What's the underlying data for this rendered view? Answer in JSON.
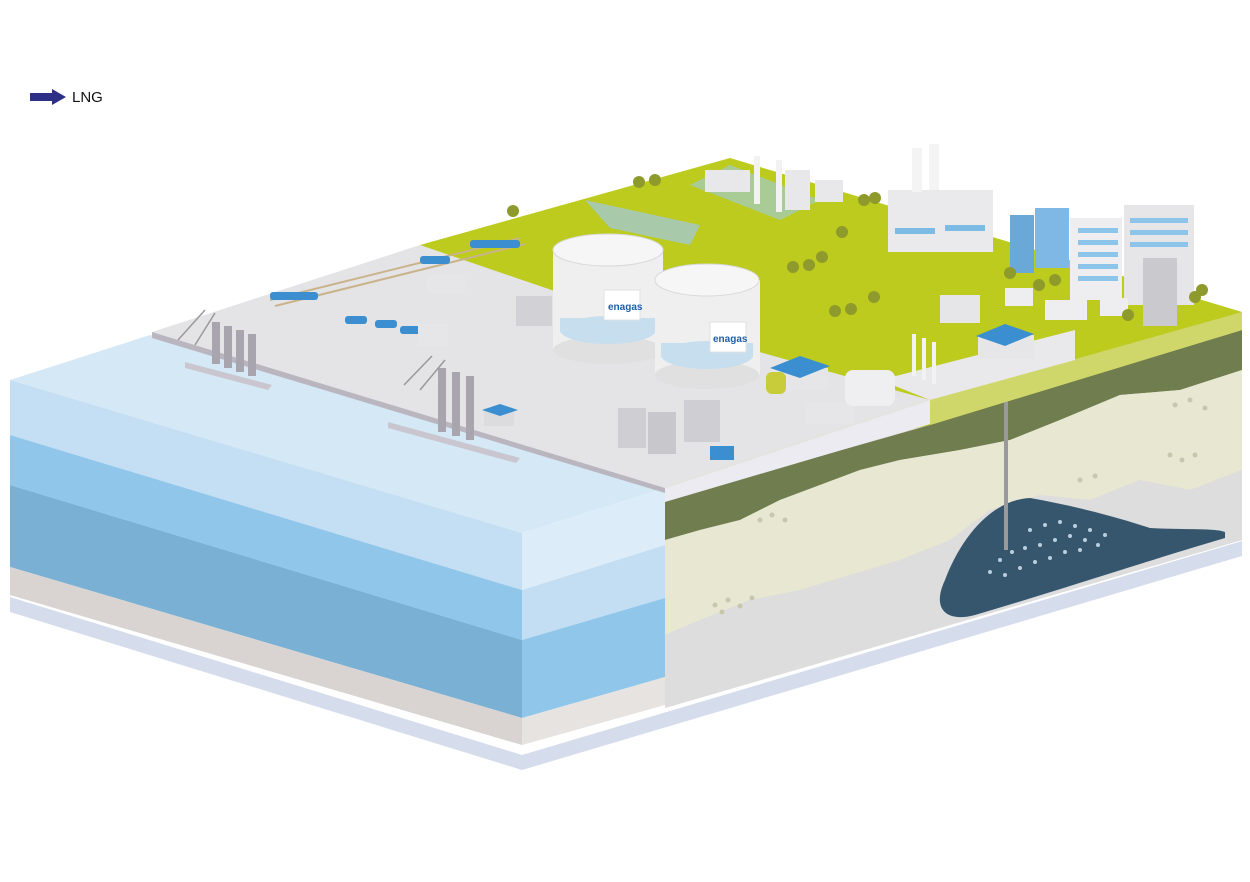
{
  "legend": {
    "items": [
      {
        "label": "LNG",
        "color": "#2e2f86",
        "icon": "arrow-right-icon"
      }
    ]
  },
  "tanks": [
    {
      "logo": "enagas"
    },
    {
      "logo": "enagas"
    }
  ],
  "colors": {
    "sea_light": "#d6e9f7",
    "sea_mid": "#9ccbe9",
    "sea_deep": "#78b0d6",
    "ground_green": "#bccb1e",
    "terminal_grey": "#e4e4e6",
    "soil_dark": "#6f7d50",
    "soil_sand": "#e9e8d3",
    "soil_grey": "#dcdcdc",
    "reservoir": "#36566e",
    "building_blue": "#3b8fd0"
  }
}
